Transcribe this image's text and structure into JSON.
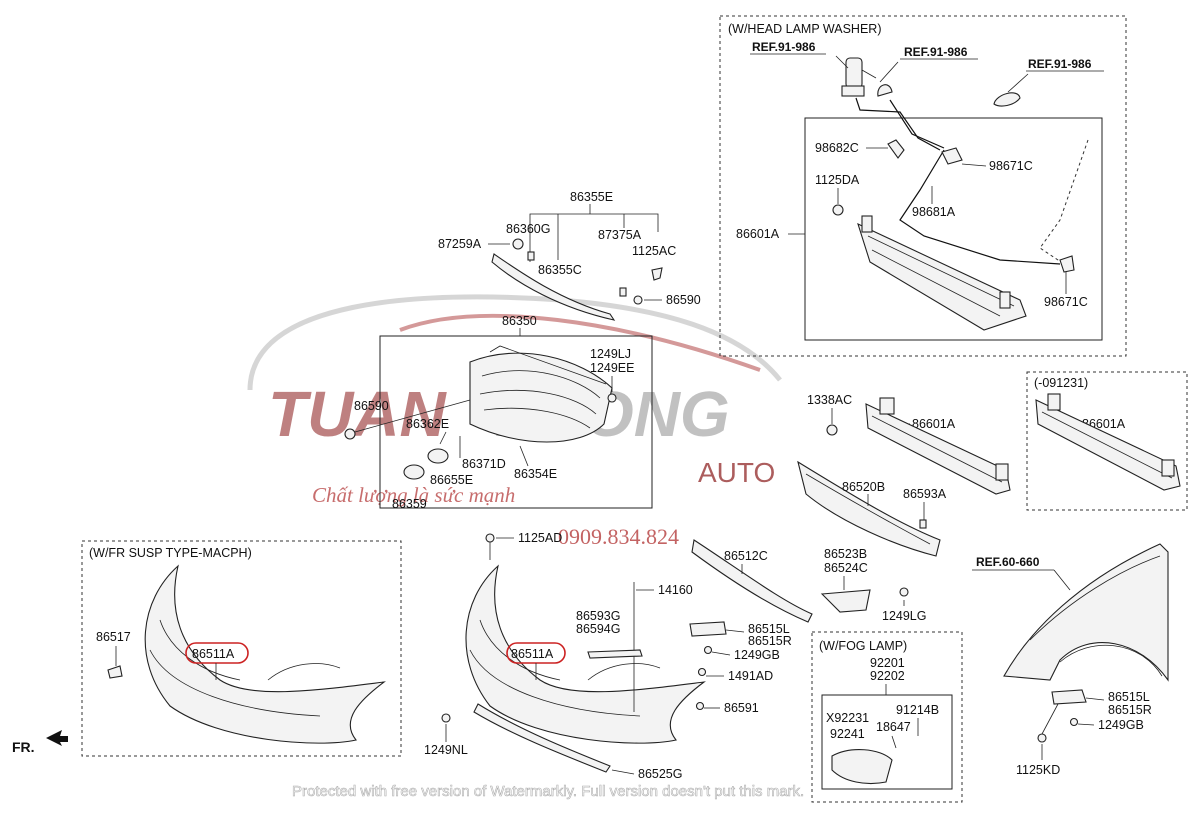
{
  "boxes": {
    "headlamp_washer": "(W/HEAD LAMP WASHER)",
    "fr_susp": "(W/FR SUSP TYPE-MACPH)",
    "fog_lamp": "(W/FOG LAMP)",
    "serial": "(-091231)"
  },
  "refs": {
    "ref_washer_1": "REF.91-986",
    "ref_washer_2": "REF.91-986",
    "ref_washer_3": "REF.91-986",
    "ref_fender": "REF.60-660"
  },
  "labels": {
    "p98682C": "98682C",
    "p98671C_a": "98671C",
    "p1125DA": "1125DA",
    "p98681A": "98681A",
    "p86601A_washer": "86601A",
    "p98671C_b": "98671C",
    "p86355E": "86355E",
    "p86360G": "86360G",
    "p87375A": "87375A",
    "p87259A": "87259A",
    "p1125AC": "1125AC",
    "p86355C": "86355C",
    "p86590_a": "86590",
    "p86350": "86350",
    "p1249LJ": "1249LJ",
    "p1249EE": "1249EE",
    "p86590_b": "86590",
    "p86362E": "86362E",
    "p86371D": "86371D",
    "p86655E": "86655E",
    "p86354E": "86354E",
    "p86359": "86359",
    "p1338AC": "1338AC",
    "p86601A_mid": "86601A",
    "p86601A_right": "86601A",
    "p86520B": "86520B",
    "p86593A": "86593A",
    "p86517": "86517",
    "p86511A_left": "86511A",
    "p1125AD": "1125AD",
    "p86512C": "86512C",
    "p86523B": "86523B",
    "p86524C": "86524C",
    "p14160": "14160",
    "p86593G": "86593G",
    "p86594G": "86594G",
    "p1249LG": "1249LG",
    "p86515L_a": "86515L",
    "p86515R_a": "86515R",
    "p1249GB_a": "1249GB",
    "p86511A_mid": "86511A",
    "p1491AD": "1491AD",
    "p86591": "86591",
    "p1249NL": "1249NL",
    "p86525G": "86525G",
    "p92201": "92201",
    "p92202": "92202",
    "pX92231": "X92231",
    "p91214B": "91214B",
    "p92241": "92241",
    "p18647": "18647",
    "p86515L_b": "86515L",
    "p86515R_b": "86515R",
    "p1249GB_b": "1249GB",
    "p1125KD": "1125KD"
  },
  "fr_marker": "FR.",
  "watermark": {
    "brand_1": "TUAN",
    "brand_2": "PHONG",
    "brand_3": "AUTO",
    "slogan": "Chất lượng là sức mạnh",
    "phone": "0909.834.824",
    "footer": "Protected with free version of Watermarkly. Full version doesn't put this mark."
  },
  "colors": {
    "highlight": "#cc2222",
    "brand_red": "#8a1a1a"
  }
}
